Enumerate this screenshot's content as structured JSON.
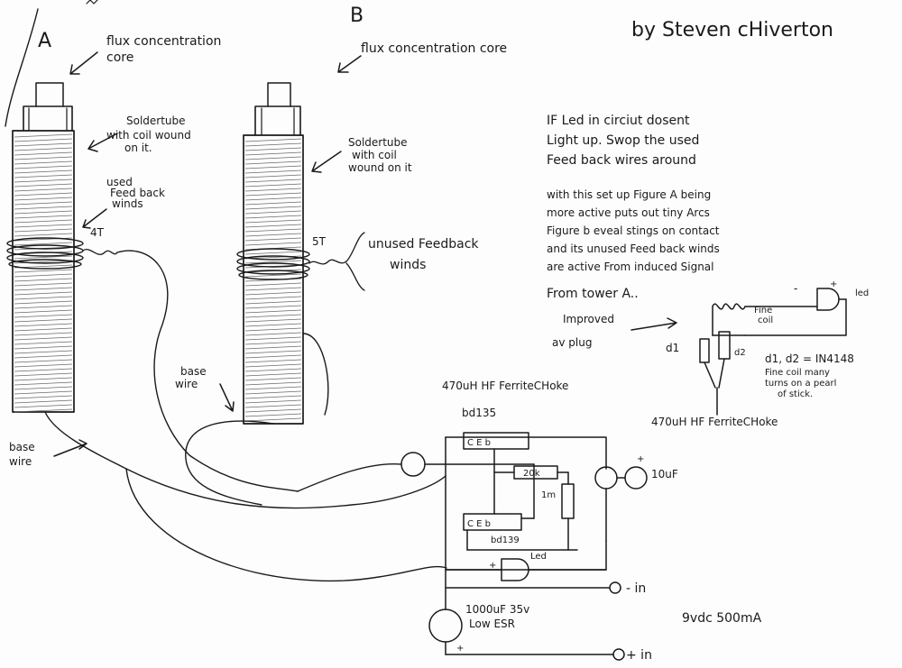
{
  "labels": {
    "a": "A",
    "b": "B",
    "author": "by Steven cHiverton",
    "flux_core_a": [
      "flux concentration",
      "core"
    ],
    "flux_core_b": "flux concentration core",
    "solder_a": [
      "Soldertube",
      "with coil wound",
      "on it."
    ],
    "solder_b": [
      "Soldertube",
      "with coil",
      "wound on it"
    ],
    "used_feedback": [
      "used",
      "Feed back",
      "winds"
    ],
    "turns_4t": "4T",
    "turns_5t": "5T",
    "unused_feedback": [
      "unused Feedback",
      "winds"
    ],
    "base_wire_left": [
      "base",
      "wire"
    ],
    "base_wire_mid": [
      "base",
      "wire"
    ],
    "notes": [
      "IF Led in circiut dosent",
      "Light up. Swop the used",
      "Feed back wires around",
      "with this set up Figure A being",
      "more active puts out tiny Arcs",
      "Figure b eveal stings on contact",
      "and its unused Feed back winds",
      "are active From induced Signal",
      "From tower A.."
    ],
    "improved": [
      "Improved",
      "av plug"
    ],
    "fine_coil": [
      "Fine",
      "coil"
    ],
    "led_top": "led",
    "d1": "d1",
    "d2": "d2",
    "diode_note": [
      "d1, d2 = IN4148",
      "Fine coil many",
      "turns on a pearl",
      "of stick."
    ],
    "choke_1": "470uH HF FerriteCHoke",
    "choke_2": "470uH HF FerriteCHoke",
    "bd135": "bd135",
    "bd139": "bd139",
    "ceb_top": "C E b",
    "ceb_bottom": "C E b",
    "r_20k": "20k",
    "r_1m": "1m",
    "cap_10uf": "10uF",
    "led_circuit": "Led",
    "cap_1000uf": [
      "1000uF 35v",
      "Low ESR"
    ],
    "minus_in": "- in",
    "plus_in": "+ in",
    "supply": "9vdc 500mA",
    "plus_sign": "+",
    "minus_sign": "-"
  }
}
